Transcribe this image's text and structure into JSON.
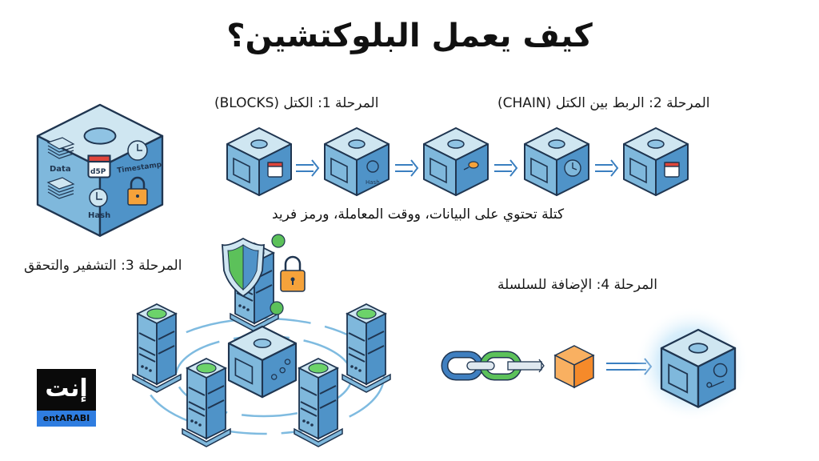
{
  "title": "كيف يعمل البلوكتشين؟",
  "stages": {
    "stage1": "المرحلة 1: الكتل (BLOCKS)",
    "stage2": "المرحلة 2: الربط بين الكتل (CHAIN)",
    "stage3": "المرحلة 3: التشفير والتحقق",
    "stage4": "المرحلة 4: الإضافة للسلسلة"
  },
  "block_description": "كتلة تحتوي على البيانات، ووقت المعاملة، ورمز فريد",
  "block_labels": {
    "data": "Data",
    "timestamp": "Timestamp",
    "hash": "Hash",
    "calendar_code": "d5P"
  },
  "chain_blocks": [
    {
      "icon": "calendar-icon"
    },
    {
      "icon": "hash-icon",
      "label": "Hash"
    },
    {
      "icon": "key-icon"
    },
    {
      "icon": "clock-icon"
    },
    {
      "icon": "calendar-icon"
    }
  ],
  "logo": {
    "arabic": "إنت",
    "latin": "entARABI"
  },
  "colors": {
    "cube_top": "#cfe6f1",
    "cube_left": "#7fb8dc",
    "cube_right": "#4f93c8",
    "outline": "#1f3550",
    "lock": "#f5a23a",
    "shield": "#5cc15a",
    "server_green": "#6cd36a",
    "orange_cube": "#f58a2a",
    "logo_blue": "#2f7de0"
  }
}
